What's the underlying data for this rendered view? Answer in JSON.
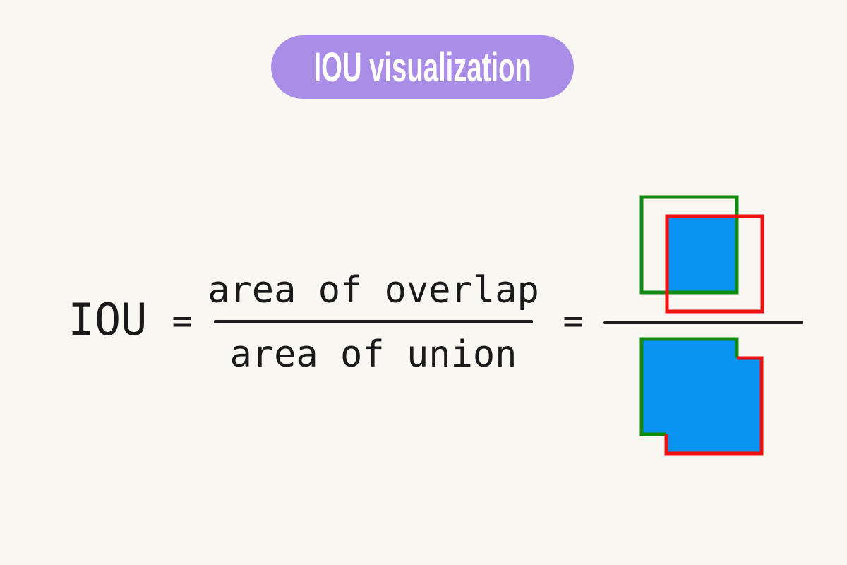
{
  "badge": {
    "label": "IOU visualization"
  },
  "formula": {
    "lhs": "IOU",
    "equals_1": "=",
    "numerator": "area of overlap",
    "denominator": "area of union",
    "equals_2": "="
  },
  "colors": {
    "background": "#f8f7f1",
    "badge_bg": "#aa8de7",
    "badge_text": "#ffffff",
    "formula_text": "#1a1a1a",
    "fraction_bar": "#1b1b1b",
    "green_box": "#128a12",
    "red_box": "#f11111",
    "overlap_fill": "#0994f2"
  }
}
